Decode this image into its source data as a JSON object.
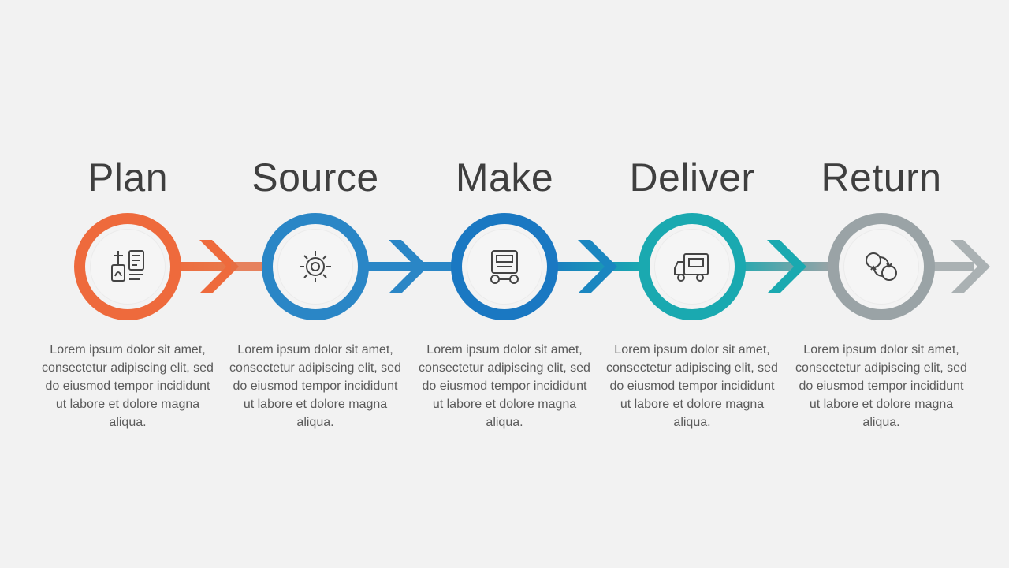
{
  "steps": [
    {
      "title": "Plan",
      "description": "Lorem ipsum dolor sit amet, consectetur adipiscing elit, sed do eiusmod tempor incididunt ut labore et dolore magna aliqua.",
      "color": "#ee6a3c",
      "icon": "planning-icon"
    },
    {
      "title": "Source",
      "description": "Lorem ipsum dolor sit amet, consectetur adipiscing elit, sed do eiusmod tempor incididunt ut labore et dolore magna aliqua.",
      "color": "#2a86c6",
      "icon": "gear-icon"
    },
    {
      "title": "Make",
      "description": "Lorem ipsum dolor sit amet, consectetur adipiscing elit, sed do eiusmod tempor incididunt ut labore et dolore magna aliqua.",
      "color": "#1a78c2",
      "icon": "machine-icon"
    },
    {
      "title": "Deliver",
      "description": "Lorem ipsum dolor sit amet, consectetur adipiscing elit, sed do eiusmod tempor incididunt ut labore et dolore magna aliqua.",
      "color": "#1aa9b0",
      "icon": "delivery-truck-icon"
    },
    {
      "title": "Return",
      "description": "Lorem ipsum dolor sit amet, consectetur adipiscing elit, sed do eiusmod tempor incididunt ut labore et dolore magna aliqua.",
      "color": "#9aa3a6",
      "icon": "return-cycle-icon"
    }
  ]
}
